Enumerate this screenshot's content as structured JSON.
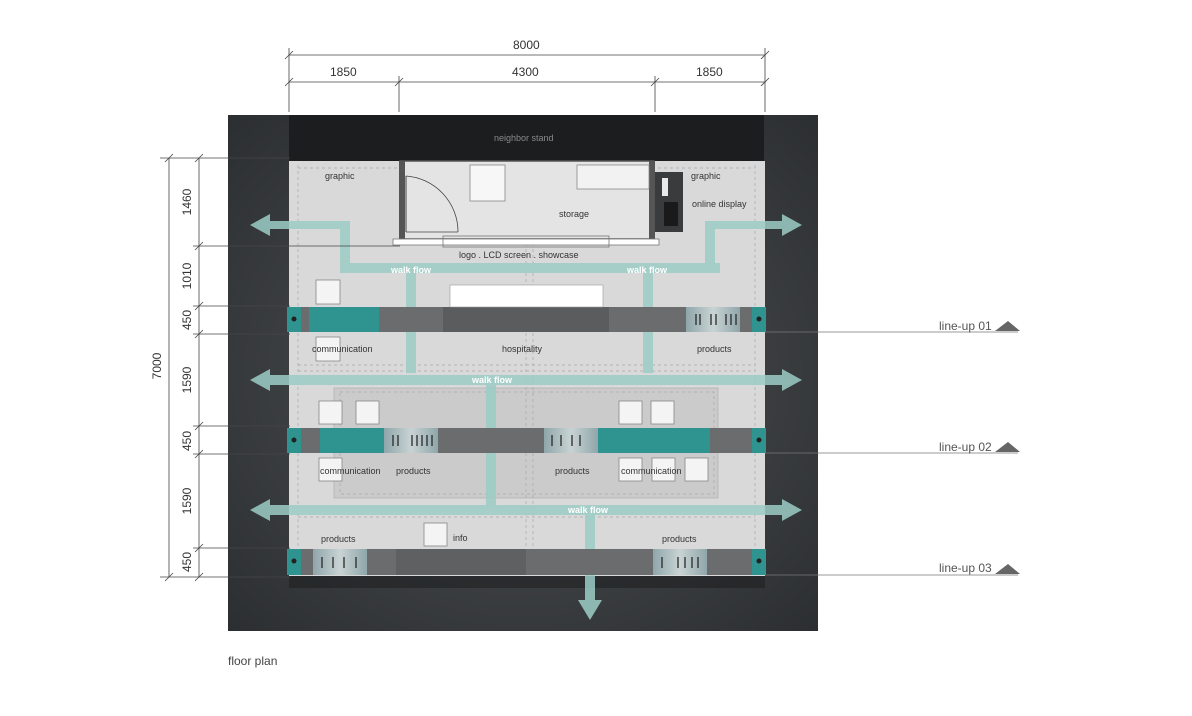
{
  "caption": "floor plan",
  "dimensions": {
    "total_width": "8000",
    "width_left": "1850",
    "width_middle": "4300",
    "width_right": "1850",
    "total_depth": "7000",
    "rows": [
      "1460",
      "1010",
      "450",
      "1590",
      "450",
      "1590",
      "450"
    ]
  },
  "areas": {
    "neighbor": "neighbor stand",
    "storage": "storage",
    "graphic_left": "graphic",
    "graphic_right": "graphic",
    "online_display": "online display",
    "logo_showcase": "logo . LCD screen . showcase",
    "hospitality": "hospitality",
    "info": "info"
  },
  "row1": {
    "communication": "communication",
    "products": "products"
  },
  "row2": {
    "communication_left": "communication",
    "products_left": "products",
    "products_right": "products",
    "communication_right": "communication"
  },
  "row3": {
    "products_left": "products",
    "products_right": "products"
  },
  "walk_flow": [
    "walk flow",
    "walk flow",
    "walk flow",
    "walk flow"
  ],
  "lineups": [
    "line-up 01",
    "line-up 02",
    "line-up 03"
  ],
  "colors": {
    "teal": "#2f9390",
    "flow": "#9ccdc6",
    "floor": "#d8d8d8",
    "dark": "#2b2d2f"
  }
}
